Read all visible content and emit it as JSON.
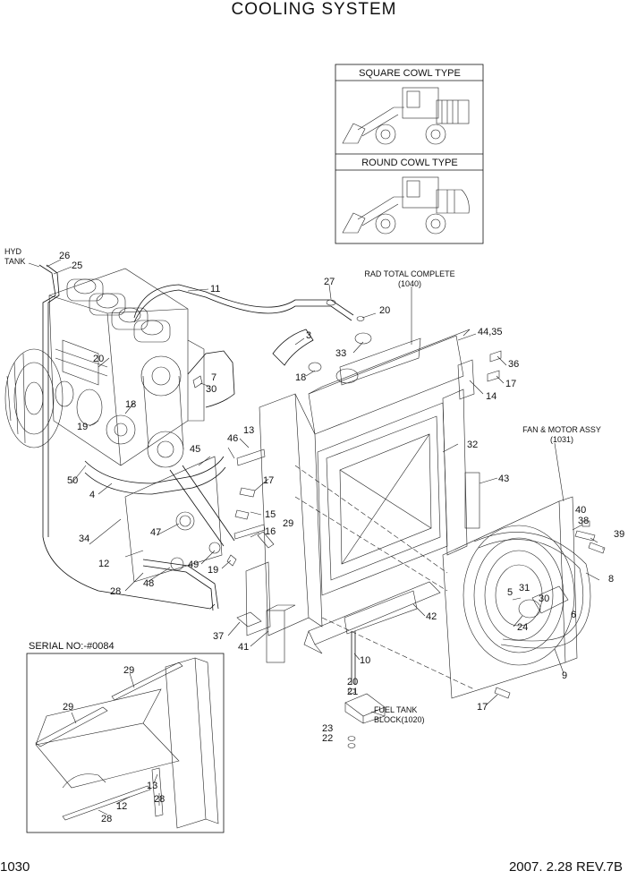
{
  "title": "COOLING SYSTEM",
  "page_number": "1030",
  "revision": "2007. 2.28  REV.7B",
  "inset_boxes": {
    "square": "SQUARE COWL TYPE",
    "round": "ROUND COWL TYPE"
  },
  "serial_box": "SERIAL NO:-#0084",
  "labels": {
    "hyd_tank_1": "HYD",
    "hyd_tank_2": "TANK",
    "rad_1": "RAD TOTAL COMPLETE",
    "rad_2": "(1040)",
    "fan_1": "FAN & MOTOR ASSY",
    "fan_2": "(1031)",
    "fuel_1": "FUEL TANK",
    "fuel_2": "BLOCK(1020)"
  },
  "callouts": [
    "26",
    "25",
    "11",
    "27",
    "20",
    "3",
    "33",
    "44,35",
    "36",
    "17",
    "14",
    "7",
    "30",
    "18",
    "20",
    "18",
    "19",
    "13",
    "46",
    "45",
    "32",
    "43",
    "50",
    "4",
    "17",
    "15",
    "29",
    "16",
    "34",
    "47",
    "12",
    "49",
    "19",
    "28",
    "48",
    "37",
    "41",
    "42",
    "10",
    "20",
    "21",
    "23",
    "22",
    "40",
    "38",
    "39",
    "8",
    "5",
    "31",
    "30",
    "6",
    "24",
    "9",
    "17",
    "29",
    "29",
    "13",
    "28",
    "12",
    "28"
  ]
}
